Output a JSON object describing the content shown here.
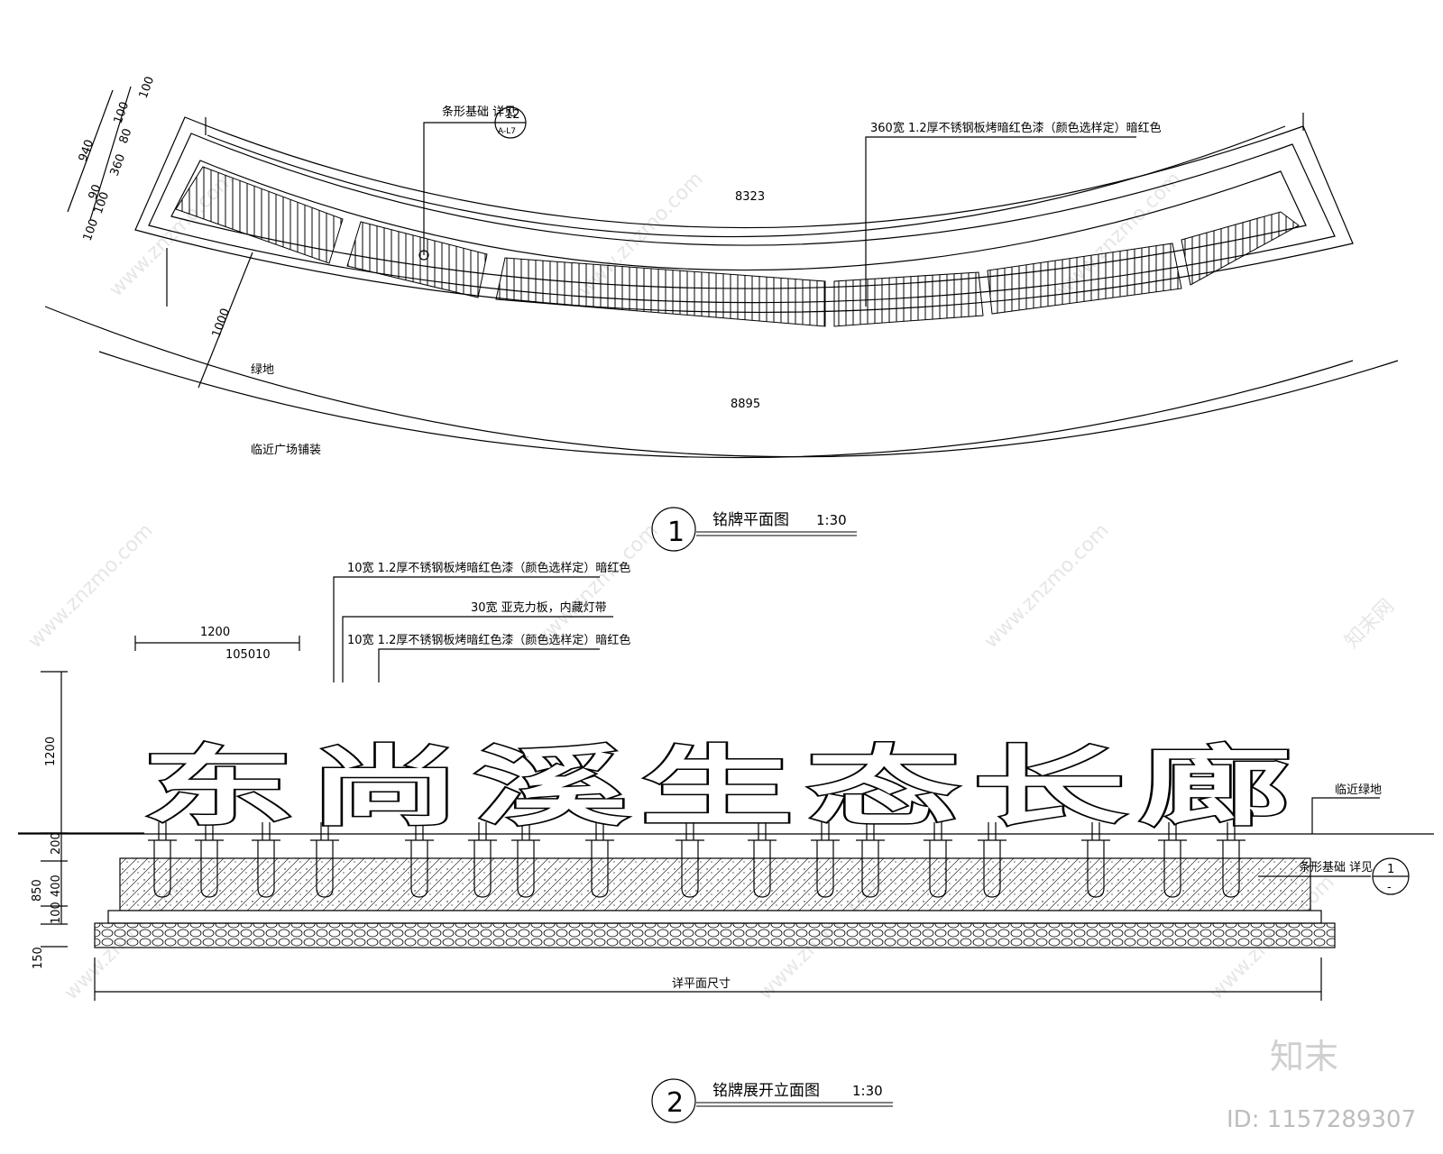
{
  "plan": {
    "title": "铭牌平面图",
    "scale": "1:30",
    "number": "1",
    "labels": {
      "foundation_note": "条形基础 详见",
      "foundation_ref_top": "12",
      "foundation_ref_bottom": "A-L7",
      "panel_note": "360宽 1.2厚不锈钢板烤暗红色漆（颜色选样定）暗红色",
      "green": "绿地",
      "plaza": "临近广场铺装"
    },
    "dims": {
      "inner_arc": "8323",
      "outer_arc": "8895",
      "depth": "1000",
      "total": "940",
      "parts": [
        "100",
        "100",
        "80",
        "360",
        "90",
        "100",
        "100"
      ]
    }
  },
  "elevation": {
    "title": "铭牌展开立面图",
    "scale": "1:30",
    "number": "2",
    "sign_chars": [
      "东",
      "尚",
      "溪",
      "生",
      "态",
      "长",
      "廊"
    ],
    "notes": {
      "note1": "10宽 1.2厚不锈钢板烤暗红色漆（颜色选样定）暗红色",
      "note2": "30宽 亚克力板，内藏灯带",
      "note3": "10宽 1.2厚不锈钢板烤暗红色漆（颜色选样定）暗红色",
      "green_right": "临近绿地",
      "foundation_right": "条形基础 详见",
      "ref_top": "1",
      "ref_bottom": "-",
      "bottom_dim": "详平面尺寸"
    },
    "dims": {
      "width": "1200",
      "stroke": "105010",
      "height": "1200",
      "found_total": "850",
      "found_parts": [
        "200",
        "400",
        "100",
        "150"
      ]
    }
  },
  "watermarks": {
    "brand": "知末",
    "id": "ID: 1157289307",
    "site": "www.znzmo.com",
    "site_cn": "知末网"
  }
}
